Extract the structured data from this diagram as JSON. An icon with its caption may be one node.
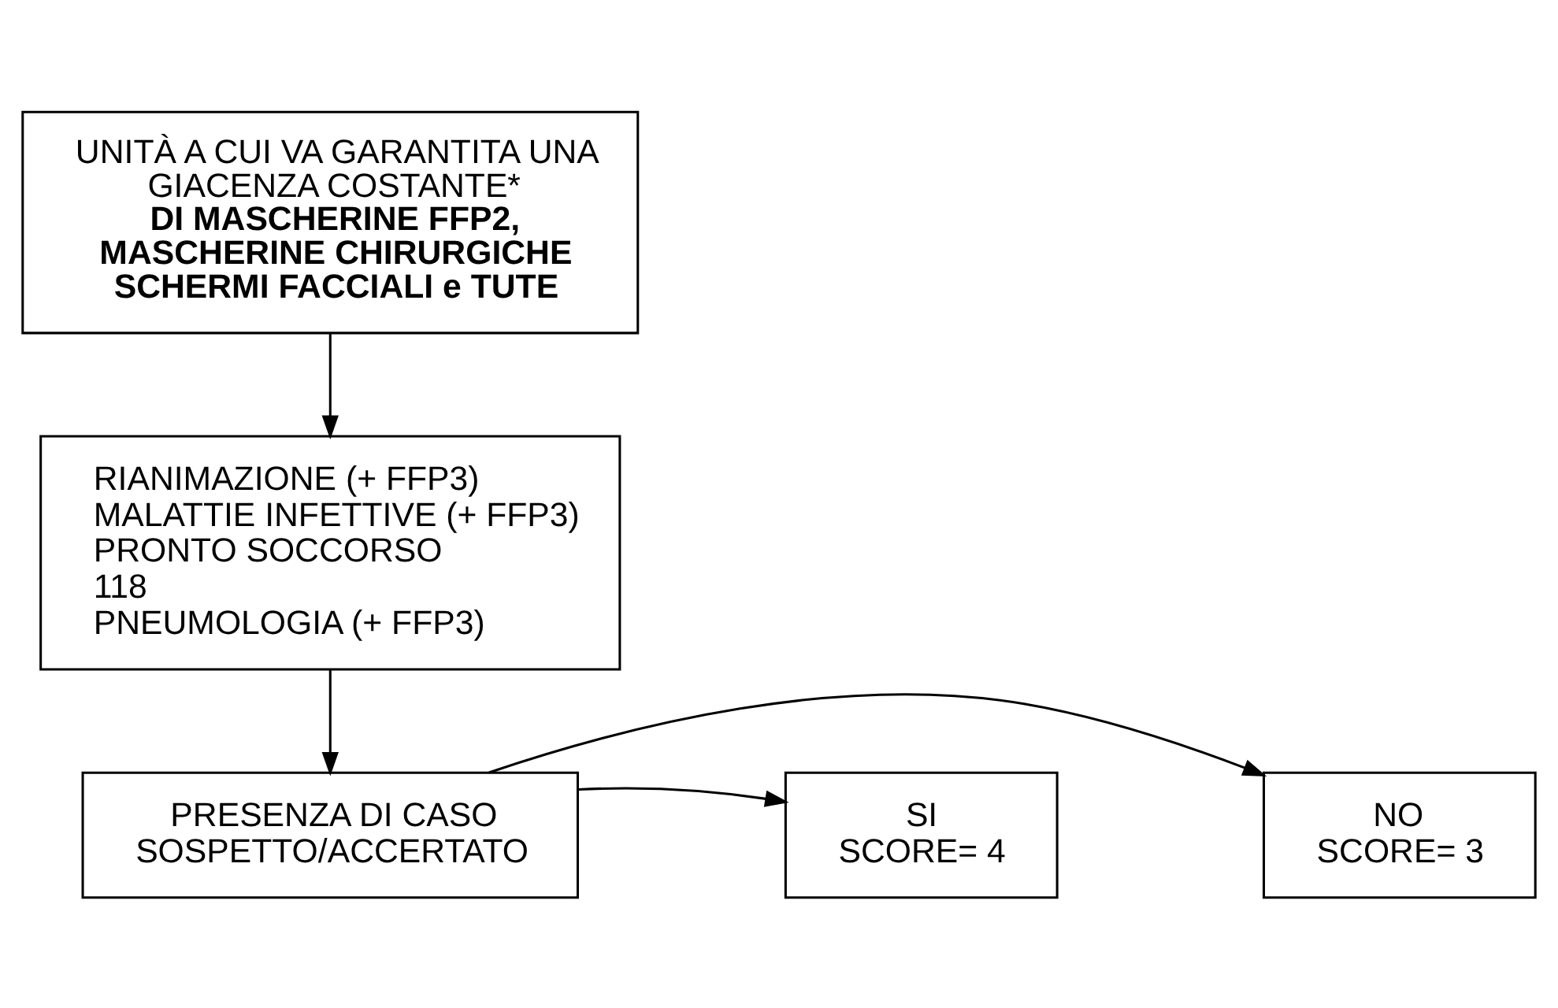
{
  "diagram": {
    "nodes": [
      {
        "text": [
          "UNITÀ A CUI VA GARANTITA UNA GIACENZA COSTANTE*",
          "DI MASCHERINE FFP2, MASCHERINE CHIRURGICHE SCHERMI FACCIALI e TUTE"
        ]
      },
      {
        "text": [
          "RIANIMAZIONE (+ FFP3)",
          "MALATTIE INFETTIVE (+ FFP3)",
          "PRONTO SOCCORSO",
          "118",
          "PNEUMOLOGIA (+ FFP3)"
        ]
      },
      {
        "text": [
          "PRESENZA DI CASO SOSPETTO/ACCERTATO"
        ]
      },
      {
        "text": [
          "NO",
          "SCORE= 3"
        ]
      },
      {
        "text": [
          "SI",
          "SCORE= 4"
        ]
      }
    ],
    "edges": [
      {
        "from": 0,
        "to": 1,
        "arrow": "to"
      },
      {
        "from": 1,
        "to": 2,
        "arrow": "to"
      },
      {
        "from": 2,
        "to": 3,
        "arrow": "to"
      },
      {
        "from": 2,
        "to": 4,
        "arrow": "to"
      }
    ]
  }
}
